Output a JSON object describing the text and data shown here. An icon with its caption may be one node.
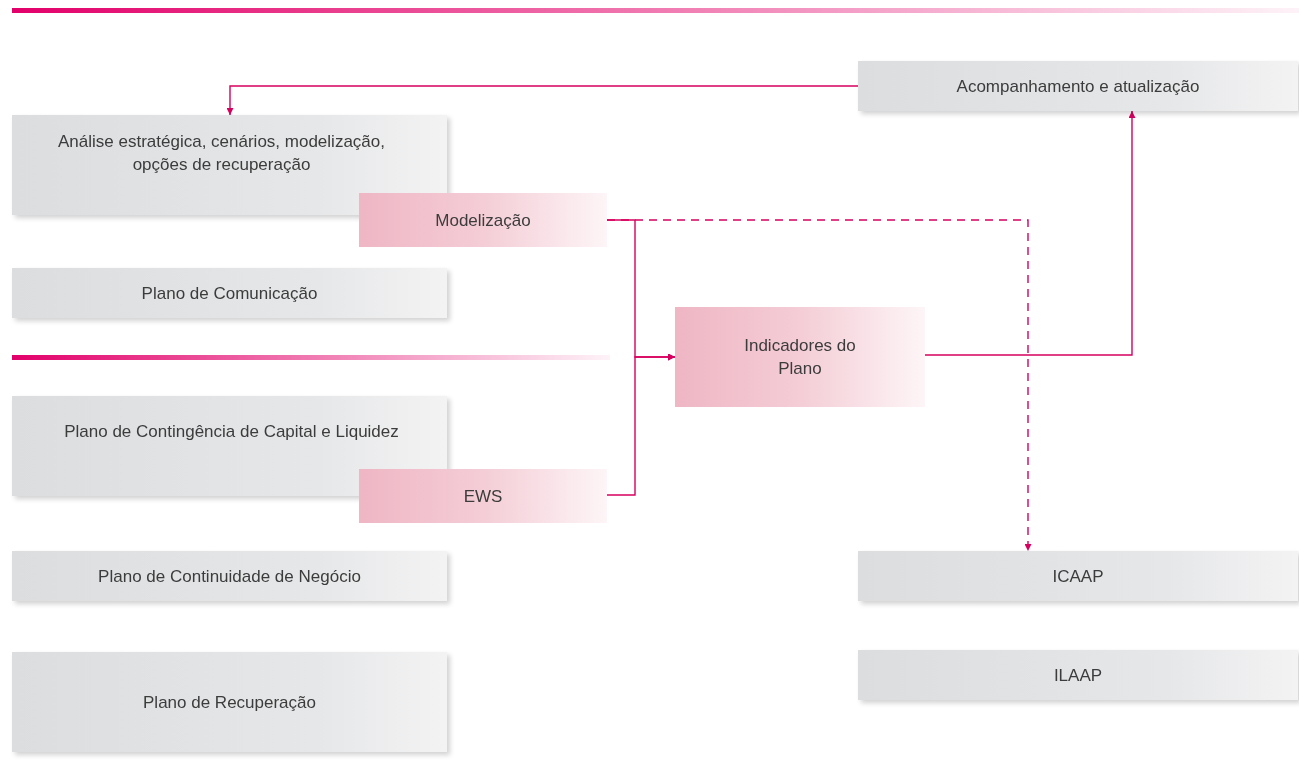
{
  "diagram": {
    "nodes": [
      {
        "text": [
          "Acompanhamento e atualização"
        ]
      },
      {
        "text": [
          "Análise estratégica, cenários, modelização, opções de recuperação"
        ]
      },
      {
        "text": [
          "Modelização"
        ]
      },
      {
        "text": [
          "Plano de Comunicação"
        ]
      },
      {
        "text": [
          "Indicadores do Plano"
        ]
      },
      {
        "text": [
          "Plano de Contingência de Capital e Liquidez"
        ]
      },
      {
        "text": [
          "EWS"
        ]
      },
      {
        "text": [
          "Plano de Continuidade de Negócio"
        ]
      },
      {
        "text": [
          "ICAAP"
        ]
      },
      {
        "text": [
          "ILAAP"
        ]
      },
      {
        "text": [
          "Plano de Recuperação"
        ]
      }
    ],
    "edges": [
      {
        "from": 0,
        "to": 1,
        "arrow": "to"
      },
      {
        "from": 2,
        "to": 4,
        "arrow": "to"
      },
      {
        "from": 6,
        "to": 4,
        "arrow": "to"
      },
      {
        "from": 4,
        "to": 0,
        "arrow": "to"
      },
      {
        "from": 2,
        "to": 8,
        "arrow": "to",
        "style": "dashed"
      }
    ]
  }
}
